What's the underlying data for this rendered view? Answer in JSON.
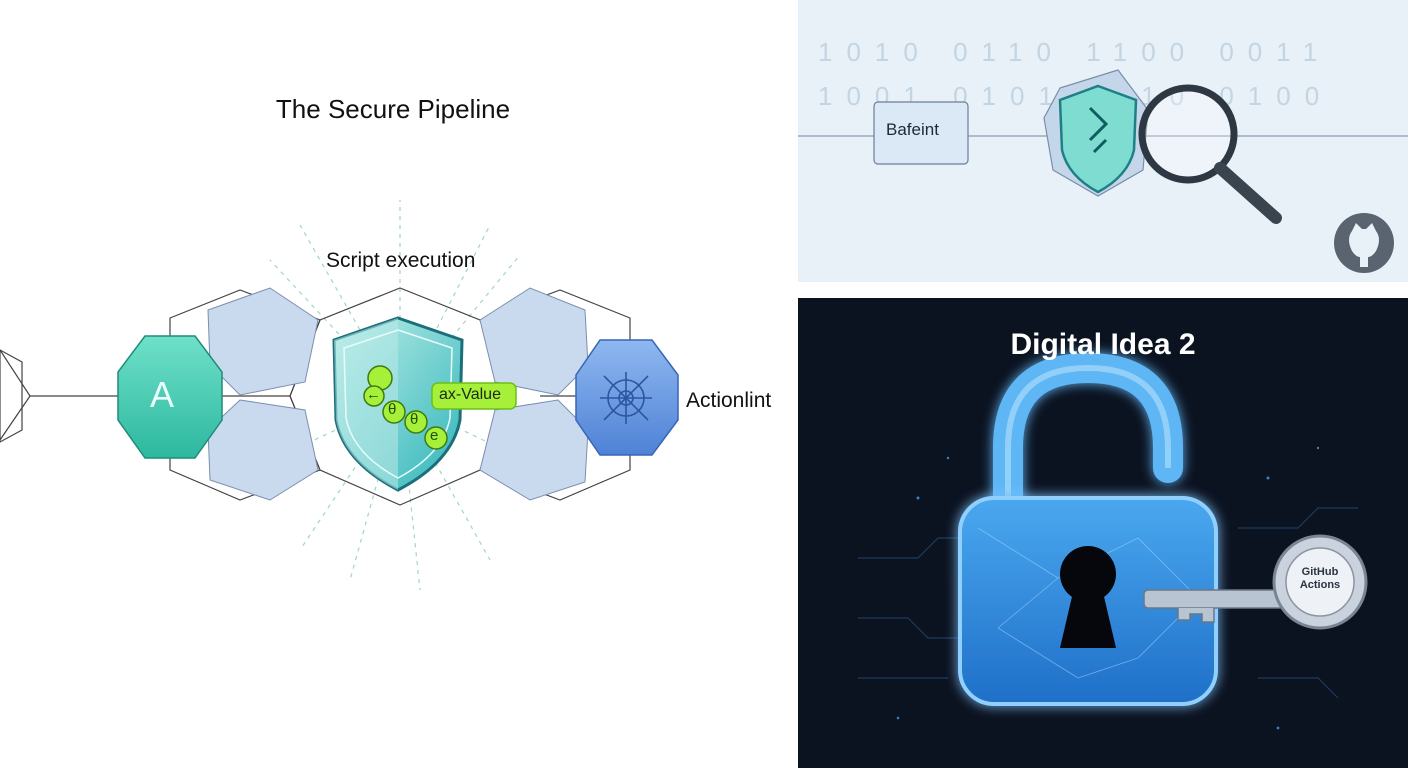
{
  "left_panel": {
    "title": "The Secure Pipeline",
    "script_label": "Script execution",
    "value_tag": "ax-Value",
    "node_letter": "A",
    "actionlint_label": "Actionlint",
    "circle_glyphs": [
      "θ",
      "θ",
      "e"
    ],
    "arrow_glyph": "←"
  },
  "top_right_panel": {
    "box_label": "Bafeint",
    "binary_digits": "1010 0110 1100 0011 1001 0101 1110 0100"
  },
  "bottom_right_panel": {
    "title": "Digital Idea 2",
    "key_badge_line1": "GitHub",
    "key_badge_line2": "Actions"
  },
  "colors": {
    "teal": "#3ec9b2",
    "light_blue": "#c9daef",
    "blue_node": "#5b8fe0",
    "lime": "#a6f03a",
    "lock_blue": "#3b9be8",
    "dark_bg": "#0b1220"
  }
}
